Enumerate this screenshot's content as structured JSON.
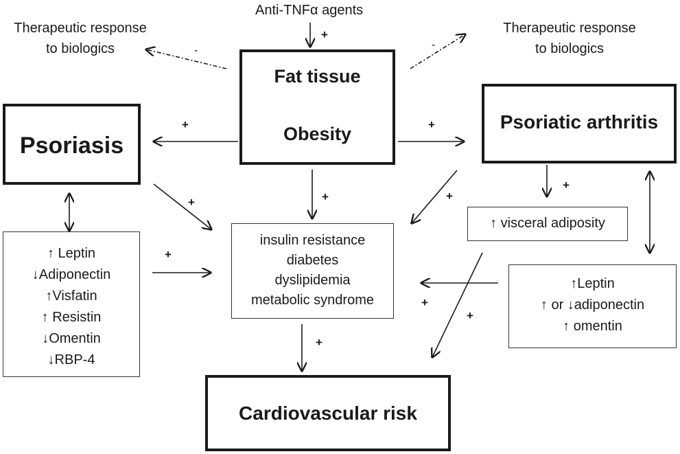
{
  "top": {
    "anti_tnf": "Anti-TNFα agents",
    "plus": "+",
    "left_response": {
      "line1": "Therapeutic response",
      "line2": "to biologics",
      "sign": "-"
    },
    "right_response": {
      "line1": "Therapeutic response",
      "line2": "to biologics",
      "sign": "-"
    }
  },
  "fat_box": {
    "line1": "Fat tissue",
    "line2": "Obesity"
  },
  "psoriasis_box": {
    "label": "Psoriasis"
  },
  "psa_box": {
    "label": "Psoriatic arthritis"
  },
  "metabolic_box": {
    "lines": [
      "insulin resistance",
      "diabetes",
      "dyslipidemia",
      "metabolic syndrome"
    ]
  },
  "cv_box": {
    "label": "Cardiovascular risk"
  },
  "visceral_box": {
    "label": "↑ visceral adiposity"
  },
  "pso_adipokines": {
    "lines": [
      "↑ Leptin",
      "↓Adiponectin",
      "↑Visfatin",
      "↑ Resistin",
      "↓Omentin",
      "↓RBP-4"
    ]
  },
  "psa_adipokines": {
    "lines": [
      "↑Leptin",
      "↑ or ↓adiponectin",
      "↑ omentin"
    ]
  },
  "signs": {
    "fat_to_pso": "+",
    "fat_to_psa": "+",
    "fat_to_metabolic": "+",
    "pso_to_metabolic": "+",
    "psa_to_metabolic": "+",
    "pso_adipokines_to_metabolic": "+",
    "psa_to_visceral": "+",
    "psa_adipokines_to_metabolic": "+",
    "visceral_to_cv": "+",
    "metabolic_to_cv": "+"
  }
}
